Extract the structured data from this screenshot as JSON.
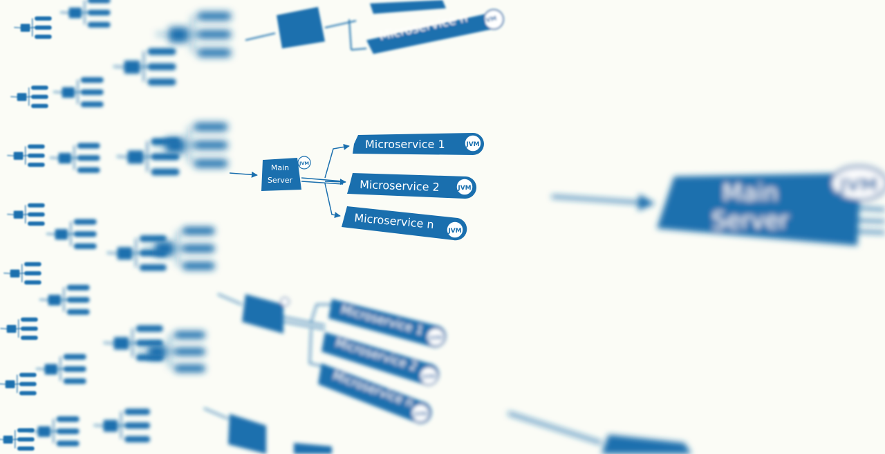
{
  "colors": {
    "primary": "#1a6fae",
    "background": "#fbfcf6",
    "badge_fill": "#ffffff"
  },
  "diagram": {
    "server": {
      "line1": "Main",
      "line2": "Server",
      "badge": "JVM"
    },
    "microservices": [
      {
        "label": "Microservice 1",
        "badge": "JVM"
      },
      {
        "label": "Microservice 2",
        "badge": "JVM"
      },
      {
        "label": "Microservice n",
        "badge": "JVM"
      }
    ]
  }
}
